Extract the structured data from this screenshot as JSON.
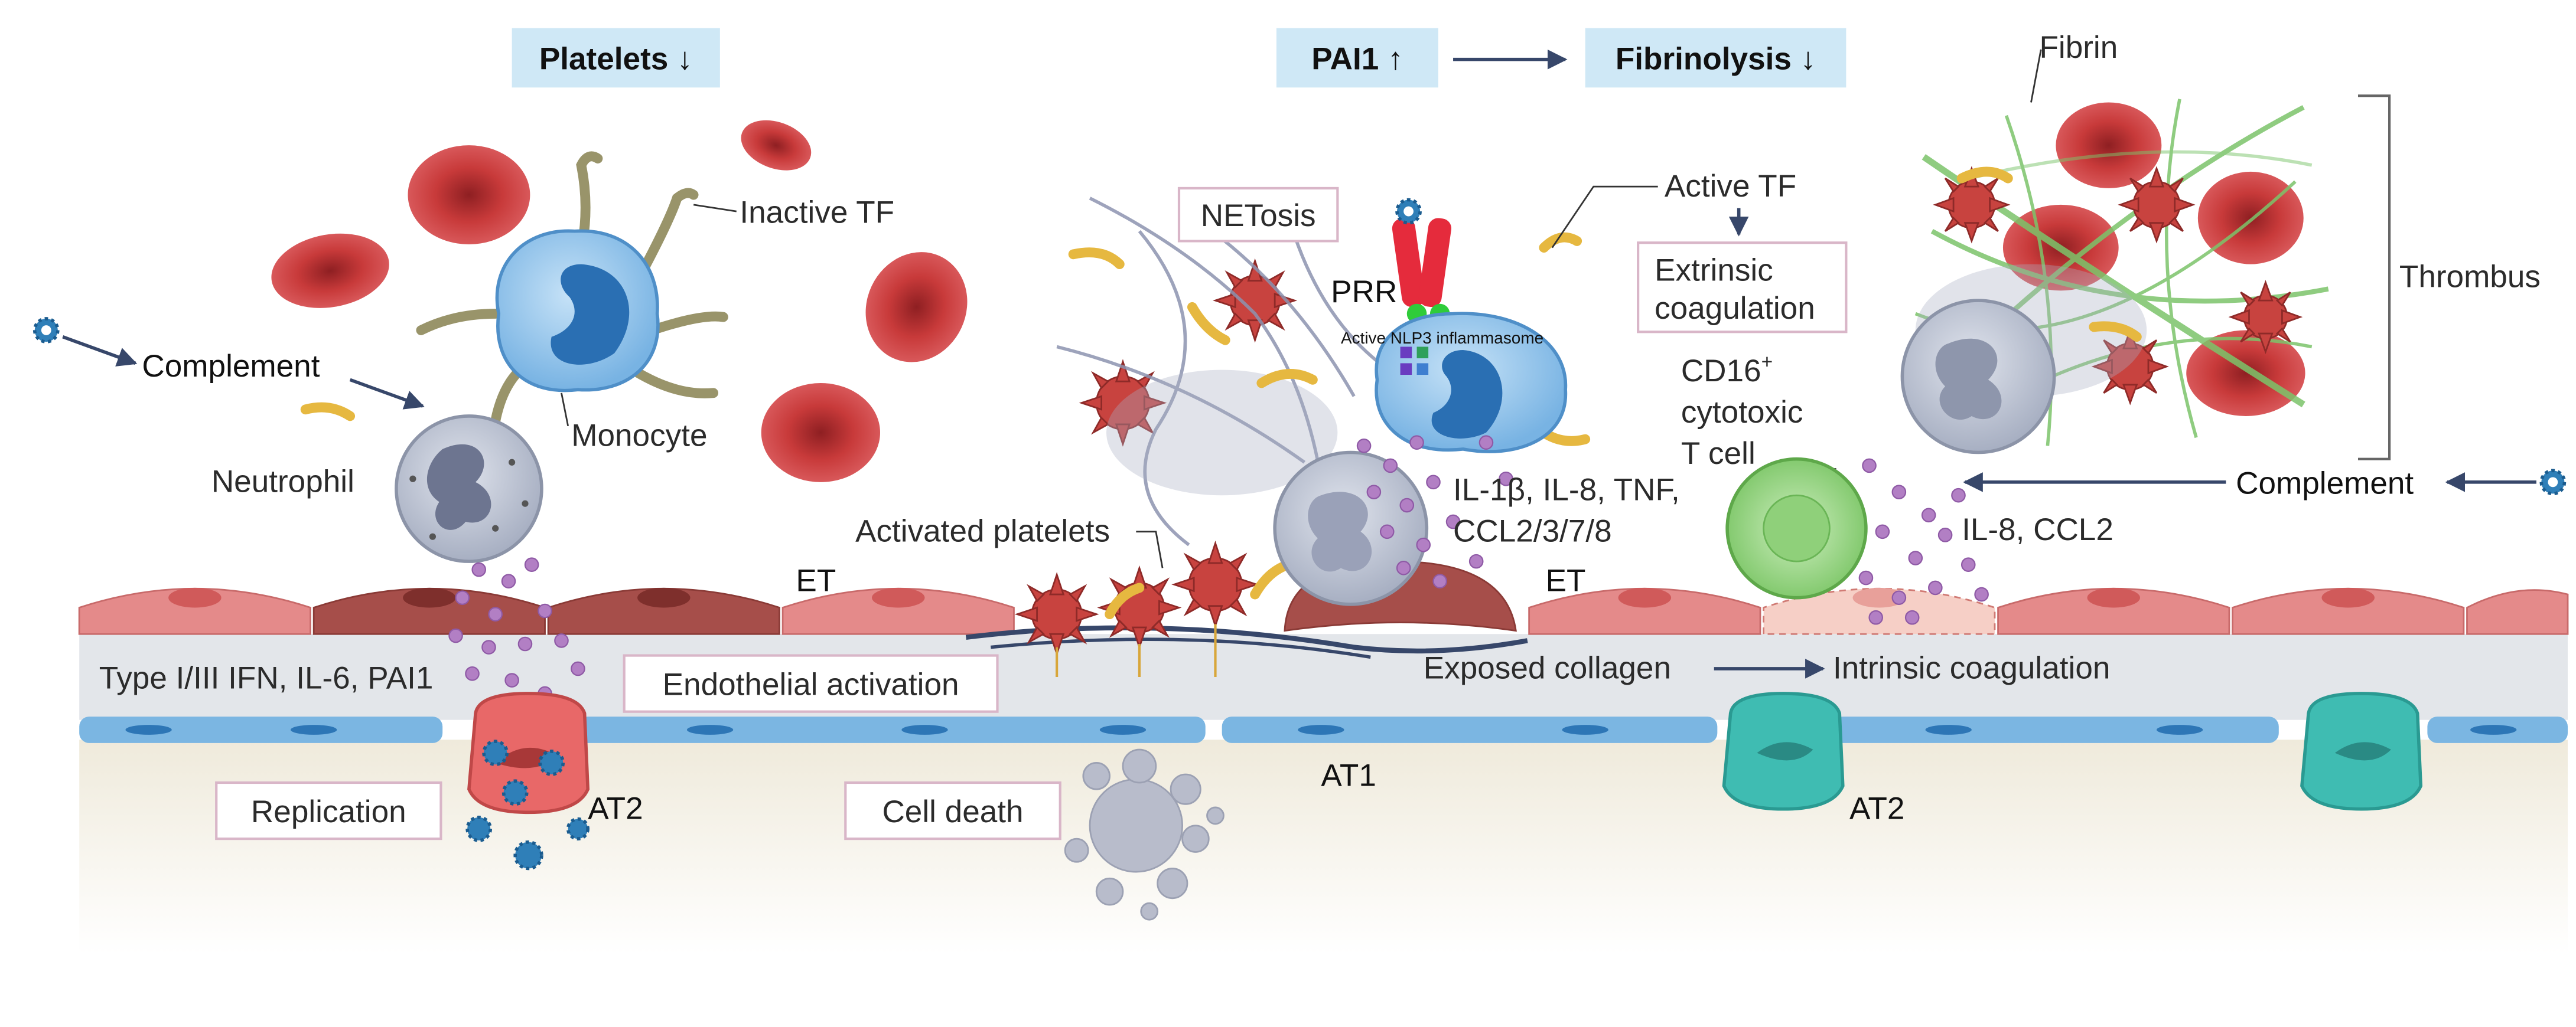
{
  "labels": {
    "platelets": "Platelets ↓",
    "pai1": "PAI1 ↑",
    "fibrinolysis": "Fibrinolysis ↓",
    "fibrin": "Fibrin",
    "thrombus": "Thrombus",
    "inactive_tf": "Inactive TF",
    "active_tf": "Active TF",
    "netosis": "NETosis",
    "prr": "PRR",
    "nlp3": "Active NLP3 inflammasome",
    "extrinsic_1": "Extrinsic",
    "extrinsic_2": "coagulation",
    "cd16_1": "CD16",
    "cd16_sup": "+",
    "cd16_2": "cytotoxic",
    "cd16_3": "T cell",
    "complement_left": "Complement",
    "complement_right": "Complement",
    "monocyte": "Monocyte",
    "neutrophil": "Neutrophil",
    "cytokines_1": "IL-1β, IL-8, TNF,",
    "cytokines_2": "CCL2/3/7/8",
    "il8_ccl2": "IL-8, CCL2",
    "activated_platelets": "Activated platelets",
    "et_left": "ET",
    "et_right": "ET",
    "type_ifn": "Type I/III IFN, IL-6, PAI1",
    "endothelial_activation": "Endothelial activation",
    "exposed_collagen": "Exposed collagen",
    "intrinsic": "Intrinsic coagulation",
    "at1": "AT1",
    "at2_left": "AT2",
    "at2_right": "AT2",
    "replication": "Replication",
    "cell_death": "Cell death"
  },
  "colors": {
    "highlight_box": "#cfe8f6",
    "rbc": "#c83a3a",
    "platelet": "#c8433f",
    "monocyte": "#7fb8e6",
    "neutrophil": "#b8c0d0",
    "tcell": "#8fd07a",
    "endothelium": "#e48a8a",
    "fibrin": "#7cc46a",
    "at2_cell": "#3fbcb2",
    "virus": "#2f7fb8",
    "cytokine": "#b27fc4",
    "arrow": "#37476a"
  }
}
